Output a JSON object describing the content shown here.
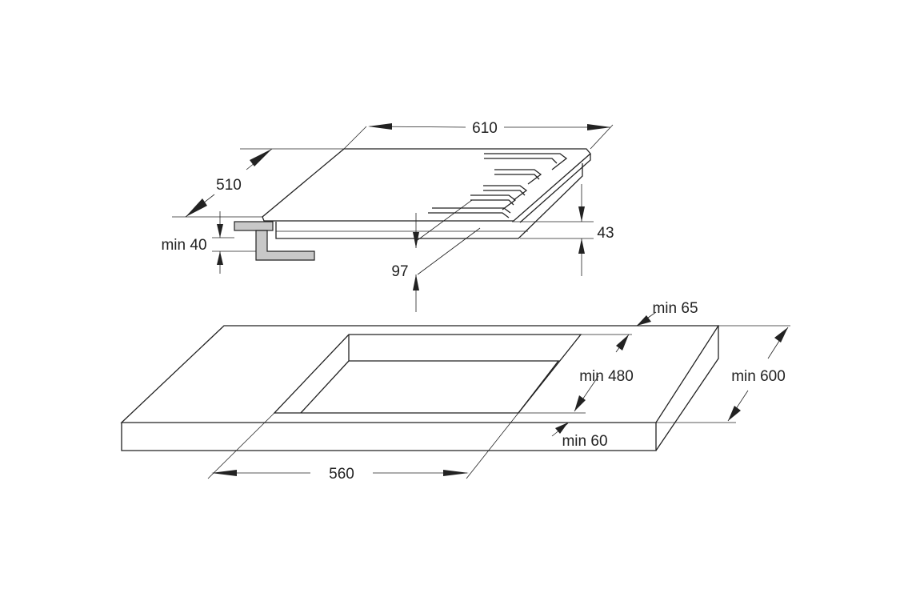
{
  "colors": {
    "line": "#222222",
    "bracket_fill": "#c8c8c8",
    "background": "#ffffff"
  },
  "hob": {
    "width_label": "610",
    "depth_label": "510",
    "height_label": "43",
    "below_depth_label": "97",
    "min_clearance_label": "min 40"
  },
  "worktop": {
    "cutout_width_label": "560",
    "cutout_depth_label": "min 480",
    "worktop_depth_label": "min 600",
    "back_margin_label": "min 65",
    "front_margin_label": "min 60"
  }
}
